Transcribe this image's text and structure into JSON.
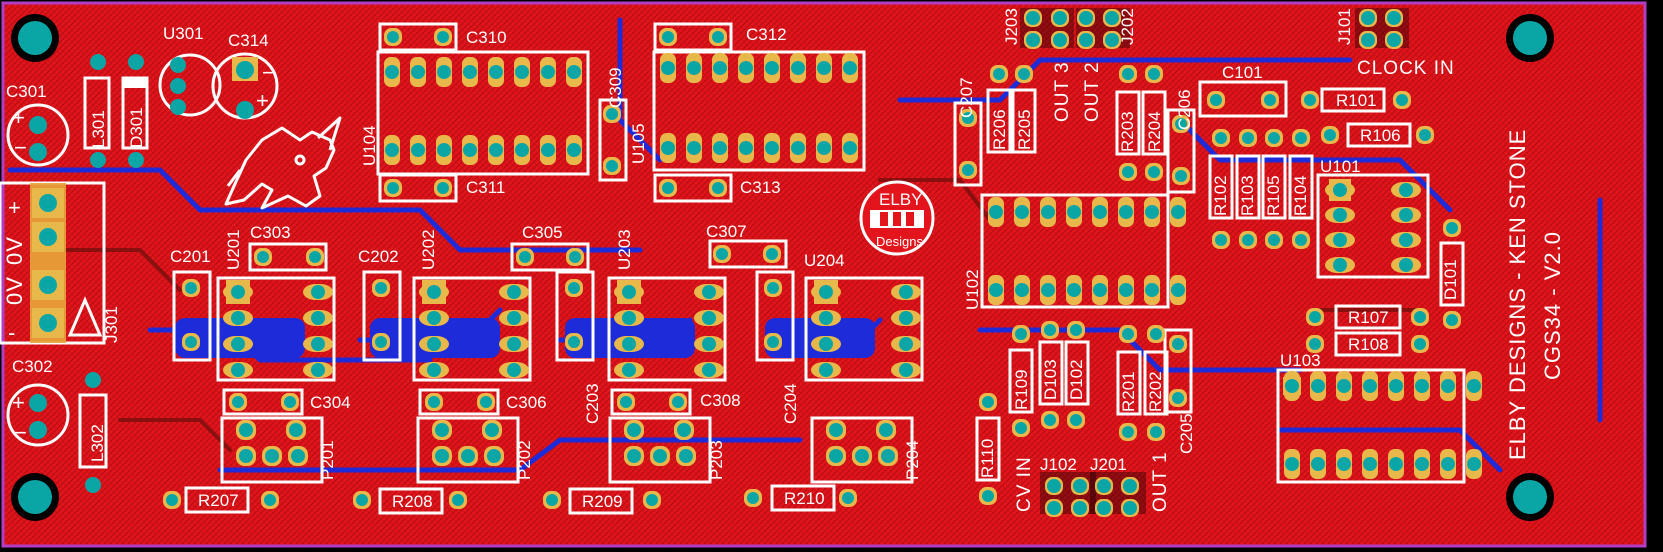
{
  "board": {
    "designer_line": "ELBY DESIGNS - KEN STONE",
    "board_line": "CGS34 - V2.0",
    "logo_top": "ELBY",
    "logo_bottom": "Designs"
  },
  "connectors": {
    "clock_in": "CLOCK IN",
    "out3": "OUT 3",
    "out2": "OUT 2",
    "out1": "OUT 1",
    "cv_in": "CV IN",
    "power_a": "0V",
    "power_b": "0V",
    "power_plus": "+",
    "power_minus": "-"
  },
  "designators": [
    {
      "id": "C301",
      "text": "C301"
    },
    {
      "id": "L301",
      "text": "L301"
    },
    {
      "id": "D301",
      "text": "D301"
    },
    {
      "id": "U301",
      "text": "U301"
    },
    {
      "id": "C314",
      "text": "C314"
    },
    {
      "id": "C310",
      "text": "C310"
    },
    {
      "id": "C311",
      "text": "C311"
    },
    {
      "id": "U104",
      "text": "U104"
    },
    {
      "id": "C309",
      "text": "C309"
    },
    {
      "id": "U105",
      "text": "U105"
    },
    {
      "id": "C312",
      "text": "C312"
    },
    {
      "id": "C313",
      "text": "C313"
    },
    {
      "id": "J301",
      "text": "J301"
    },
    {
      "id": "C302",
      "text": "C302"
    },
    {
      "id": "L302",
      "text": "L302"
    },
    {
      "id": "C201",
      "text": "C201"
    },
    {
      "id": "U201",
      "text": "U201"
    },
    {
      "id": "C303",
      "text": "C303"
    },
    {
      "id": "C202",
      "text": "C202"
    },
    {
      "id": "U202",
      "text": "U202"
    },
    {
      "id": "C305",
      "text": "C305"
    },
    {
      "id": "U203",
      "text": "U203"
    },
    {
      "id": "C307",
      "text": "C307"
    },
    {
      "id": "U204",
      "text": "U204"
    },
    {
      "id": "C203",
      "text": "C203"
    },
    {
      "id": "C204",
      "text": "C204"
    },
    {
      "id": "C304",
      "text": "C304"
    },
    {
      "id": "C306",
      "text": "C306"
    },
    {
      "id": "C308",
      "text": "C308"
    },
    {
      "id": "P201",
      "text": "P201"
    },
    {
      "id": "P202",
      "text": "P202"
    },
    {
      "id": "P203",
      "text": "P203"
    },
    {
      "id": "P204",
      "text": "P204"
    },
    {
      "id": "R207",
      "text": "R207"
    },
    {
      "id": "R208",
      "text": "R208"
    },
    {
      "id": "R209",
      "text": "R209"
    },
    {
      "id": "R210",
      "text": "R210"
    },
    {
      "id": "J203",
      "text": "J203"
    },
    {
      "id": "J202",
      "text": "J202"
    },
    {
      "id": "C207",
      "text": "C207"
    },
    {
      "id": "R206",
      "text": "R206"
    },
    {
      "id": "R205",
      "text": "R205"
    },
    {
      "id": "R203",
      "text": "R203"
    },
    {
      "id": "R204",
      "text": "R204"
    },
    {
      "id": "C206",
      "text": "C206"
    },
    {
      "id": "U102",
      "text": "U102"
    },
    {
      "id": "R109",
      "text": "R109"
    },
    {
      "id": "D103",
      "text": "D103"
    },
    {
      "id": "D102",
      "text": "D102"
    },
    {
      "id": "R110",
      "text": "R110"
    },
    {
      "id": "R201",
      "text": "R201"
    },
    {
      "id": "R202",
      "text": "R202"
    },
    {
      "id": "C205",
      "text": "C205"
    },
    {
      "id": "J102",
      "text": "J102"
    },
    {
      "id": "J201",
      "text": "J201"
    },
    {
      "id": "J101",
      "text": "J101"
    },
    {
      "id": "C101",
      "text": "C101"
    },
    {
      "id": "R101",
      "text": "R101"
    },
    {
      "id": "R106",
      "text": "R106"
    },
    {
      "id": "R102",
      "text": "R102"
    },
    {
      "id": "R103",
      "text": "R103"
    },
    {
      "id": "R105",
      "text": "R105"
    },
    {
      "id": "R104",
      "text": "R104"
    },
    {
      "id": "U101",
      "text": "U101"
    },
    {
      "id": "D101",
      "text": "D101"
    },
    {
      "id": "R107",
      "text": "R107"
    },
    {
      "id": "R108",
      "text": "R108"
    },
    {
      "id": "U103",
      "text": "U103"
    }
  ],
  "colors": {
    "board_copper": "#e4141c",
    "outline": "#b33cc4",
    "silkscreen": "#ffffff",
    "drill": "#0aa6a6",
    "bottom_trace": "#1e2bd8"
  }
}
